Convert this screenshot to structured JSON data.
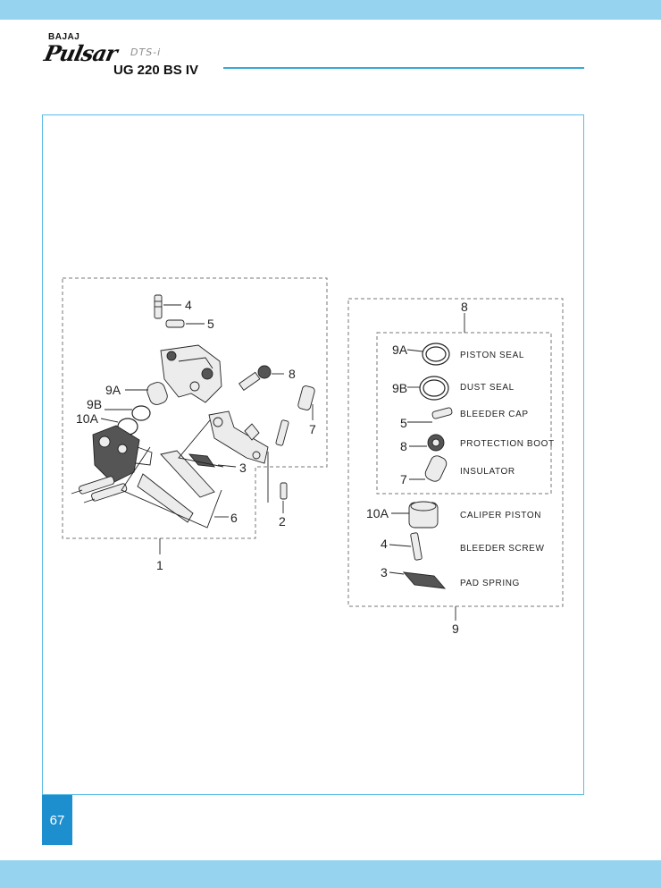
{
  "header": {
    "brand_small": "BAJAJ",
    "brand_script": "Pulsar",
    "brand_sub": "DTS-i",
    "model": "UG 220 BS IV"
  },
  "page_number": "67",
  "diagram": {
    "assembly_callouts": [
      "4",
      "5",
      "8",
      "9A",
      "9B",
      "10A",
      "7",
      "3",
      "6",
      "2",
      "1"
    ],
    "kit_box_number": "8",
    "kit_box_bottom_number": "9",
    "kit_items": [
      {
        "num": "9A",
        "label": "PISTON SEAL"
      },
      {
        "num": "9B",
        "label": "DUST SEAL"
      },
      {
        "num": "5",
        "label": "BLEEDER CAP"
      },
      {
        "num": "8",
        "label": "PROTECTION BOOT"
      },
      {
        "num": "7",
        "label": "INSULATOR"
      },
      {
        "num": "10A",
        "label": "CALIPER PISTON"
      },
      {
        "num": "4",
        "label": "BLEEDER SCREW"
      },
      {
        "num": "3",
        "label": "PAD SPRING"
      }
    ]
  }
}
